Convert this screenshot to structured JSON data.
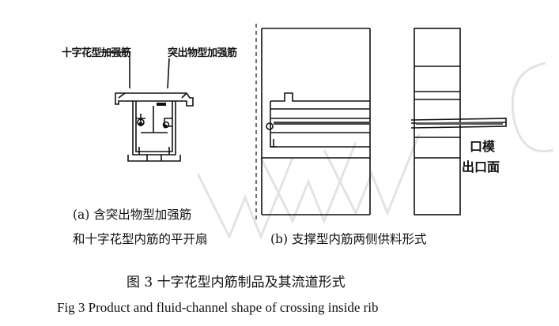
{
  "panel_a": {
    "label_left": "十字花型加强筋",
    "label_right": "突出物型加强筋",
    "caption_line1": "(a) 含突出物型加强筋",
    "caption_line2": "和十字花型内筋的平开扇"
  },
  "panel_b": {
    "caption": "(b) 支撑型内筋两侧供料形式",
    "label_mouth": "口模",
    "label_exit": "出口面"
  },
  "figure": {
    "title_cn": "图 3    十字花型内筋制品及其流道形式",
    "title_en": "Fig 3    Product and fluid-channel shape of crossing inside rib"
  },
  "watermark": "WWW.C"
}
